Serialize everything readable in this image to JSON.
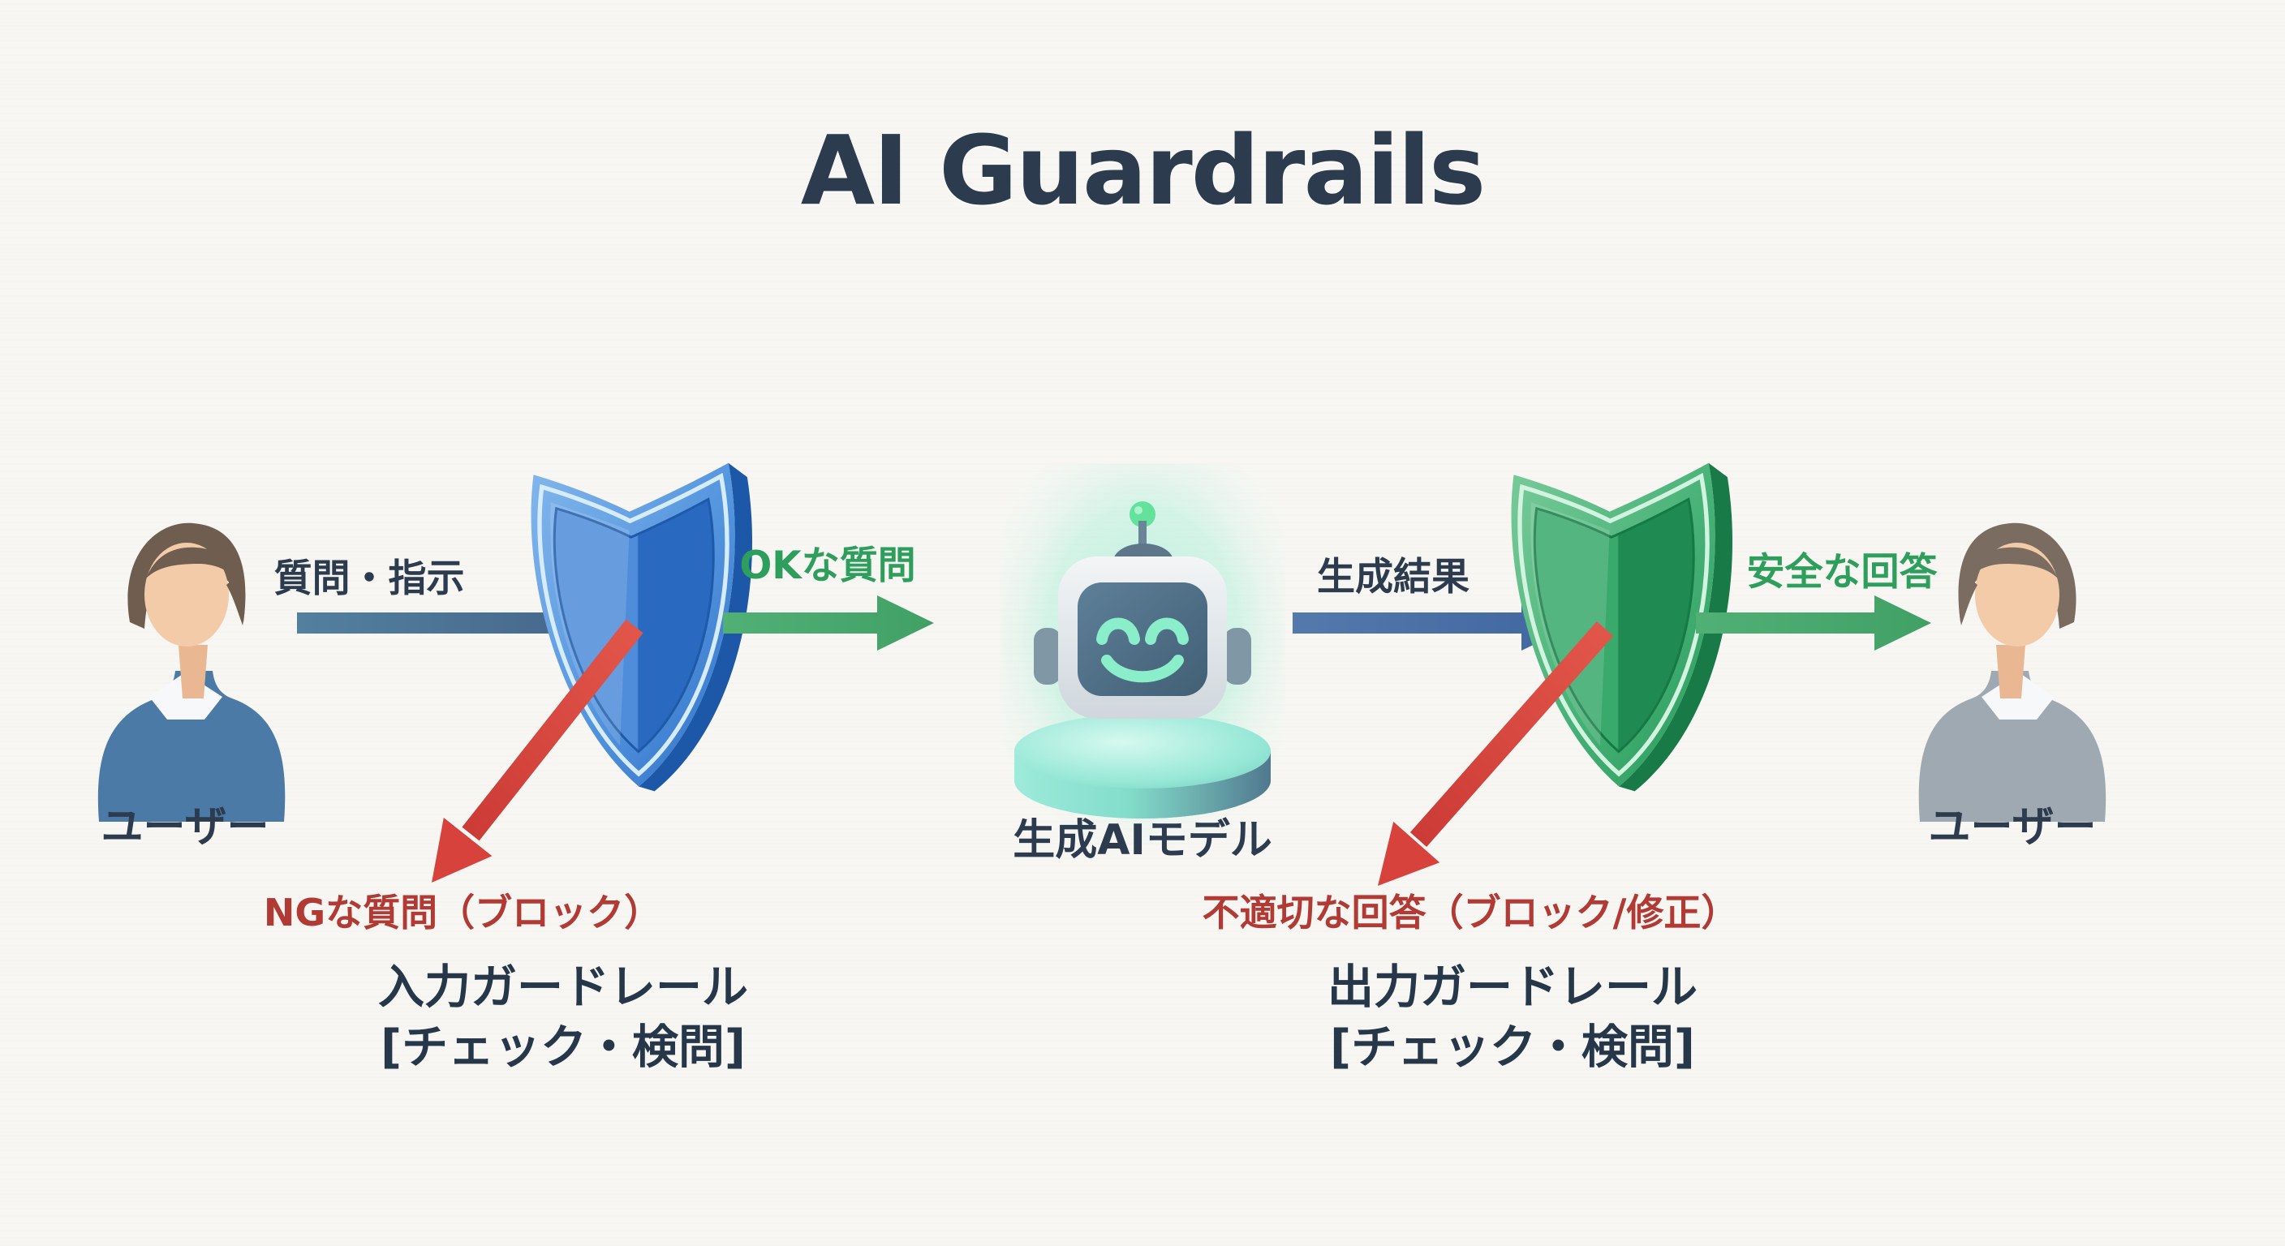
{
  "title": "AI Guardrails",
  "actors": {
    "user_left": {
      "label": "ユーザー"
    },
    "model": {
      "label": "生成AIモデル"
    },
    "user_right": {
      "label": "ユーザー"
    }
  },
  "guardrails": {
    "input": {
      "name": "入力ガードレール",
      "mode": "[チェック・検問]"
    },
    "output": {
      "name": "出力ガードレール",
      "mode": "[チェック・検問]"
    }
  },
  "flows": {
    "request": {
      "label": "質問・指示"
    },
    "ok_question": {
      "label": "OKな質問"
    },
    "generation_result": {
      "label": "生成結果"
    },
    "safe_answer": {
      "label": "安全な回答"
    },
    "blocked_question": {
      "label": "NGな質問（ブロック）"
    },
    "blocked_answer": {
      "label": "不適切な回答（ブロック/修正）"
    }
  },
  "colors": {
    "background": "#f7f6f3",
    "title_text": "#2c3b4e",
    "label_text": "#2c3b4e",
    "green_text": "#2e9e5c",
    "red_text": "#b23a34",
    "flow_arrow": "#4b7193",
    "ok_arrow": "#4aa96e",
    "block_arrow": "#d9473f",
    "input_shield": "#3c7ed4",
    "output_shield": "#35a365"
  }
}
